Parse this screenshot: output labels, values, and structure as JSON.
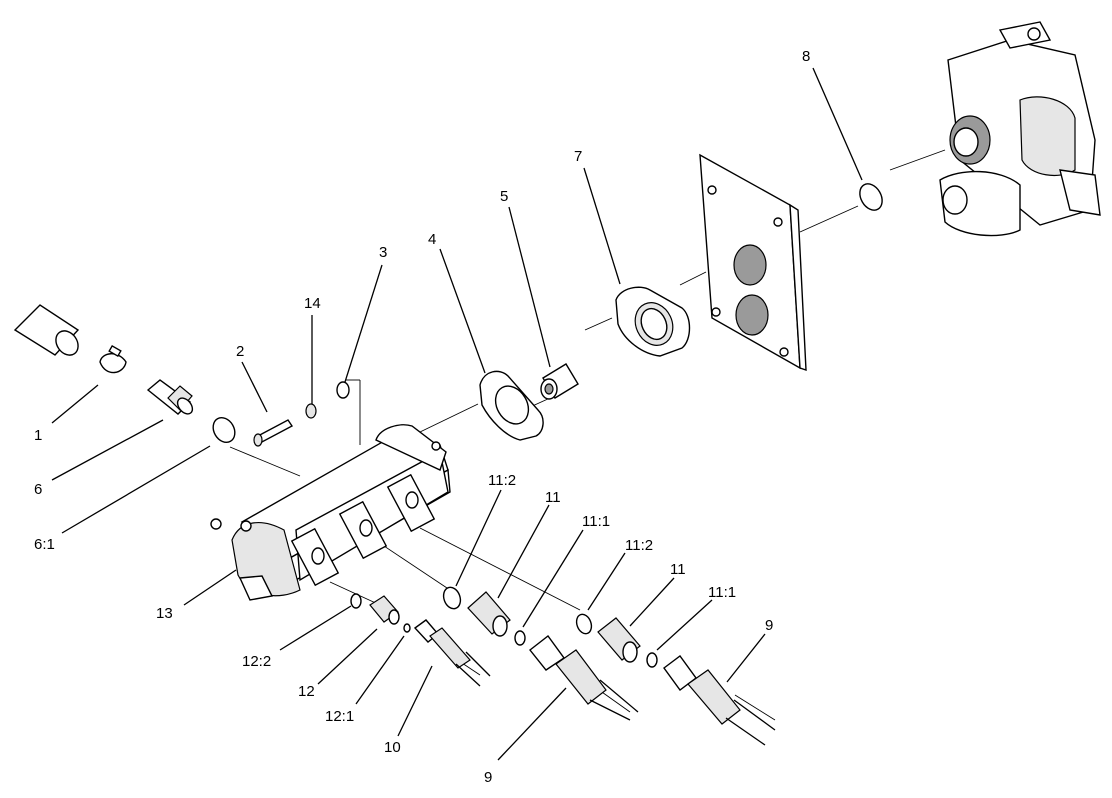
{
  "labels": {
    "l1": "1",
    "l2": "2",
    "l3": "3",
    "l4": "4",
    "l5": "5",
    "l6": "6",
    "l6_1": "6:1",
    "l7": "7",
    "l8": "8",
    "l9a": "9",
    "l9b": "9",
    "l10": "10",
    "l11a": "11",
    "l11b": "11",
    "l11_1a": "11:1",
    "l11_1b": "11:1",
    "l11_2a": "11:2",
    "l11_2b": "11:2",
    "l12": "12",
    "l12_1": "12:1",
    "l12_2": "12:2",
    "l13": "13",
    "l14": "14"
  }
}
